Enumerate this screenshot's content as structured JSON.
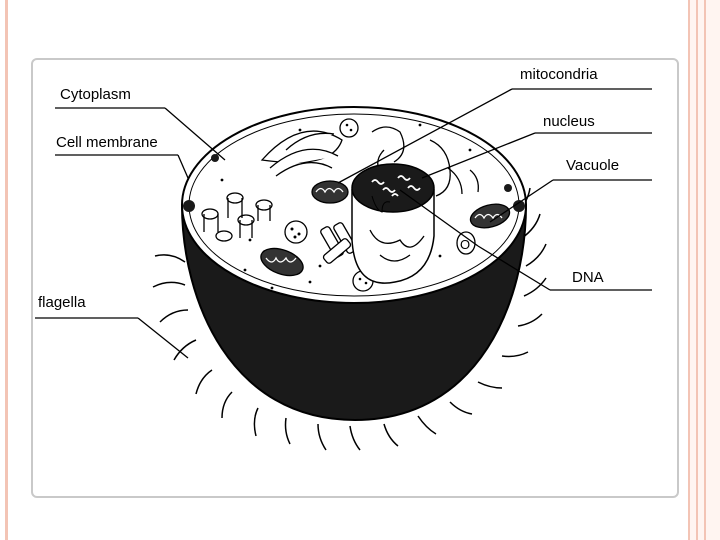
{
  "labels": {
    "mitocondria": "mitocondria",
    "cytoplasm": "Cytoplasm",
    "nucleus": "nucleus",
    "cell_membrane": "Cell membrane",
    "vacuole": "Vacuole",
    "dna": "DNA",
    "flagella": "flagella",
    "circle_mark": "O"
  }
}
